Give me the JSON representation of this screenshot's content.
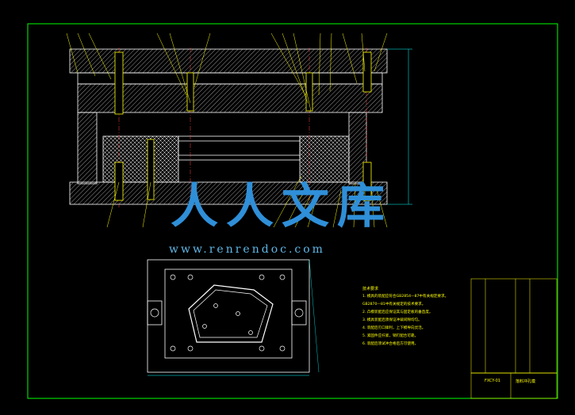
{
  "drawing": {
    "watermark_cn": "人人文库",
    "watermark_url": "www.renrendoc.com",
    "notes_title": "技术要求",
    "notes": [
      "1. 模具的装配应符合GB2854—87中有关规定要求。",
      "GB2870—81中有关规定的技术要求。",
      "2. 凸模装配后应保证其与固定板的垂直度。",
      "3. 模具装配后须保证冲裁间隙均匀。",
      "4. 装配后刃口锋利，上下模导向灵活。",
      "5. 紧固件应拧紧，销钉配合可靠。",
      "6. 装配后须试冲合格后方可使用。"
    ],
    "title_block_code": "FXCY-01",
    "title_block_name": "落料冲孔模",
    "colors": {
      "frame": "#00ff00",
      "section_line": "#ffff00",
      "hatch": "#ffffff",
      "outline": "#ffffff",
      "dimension": "#00ffff",
      "watermark": "#2f8fd8"
    }
  }
}
